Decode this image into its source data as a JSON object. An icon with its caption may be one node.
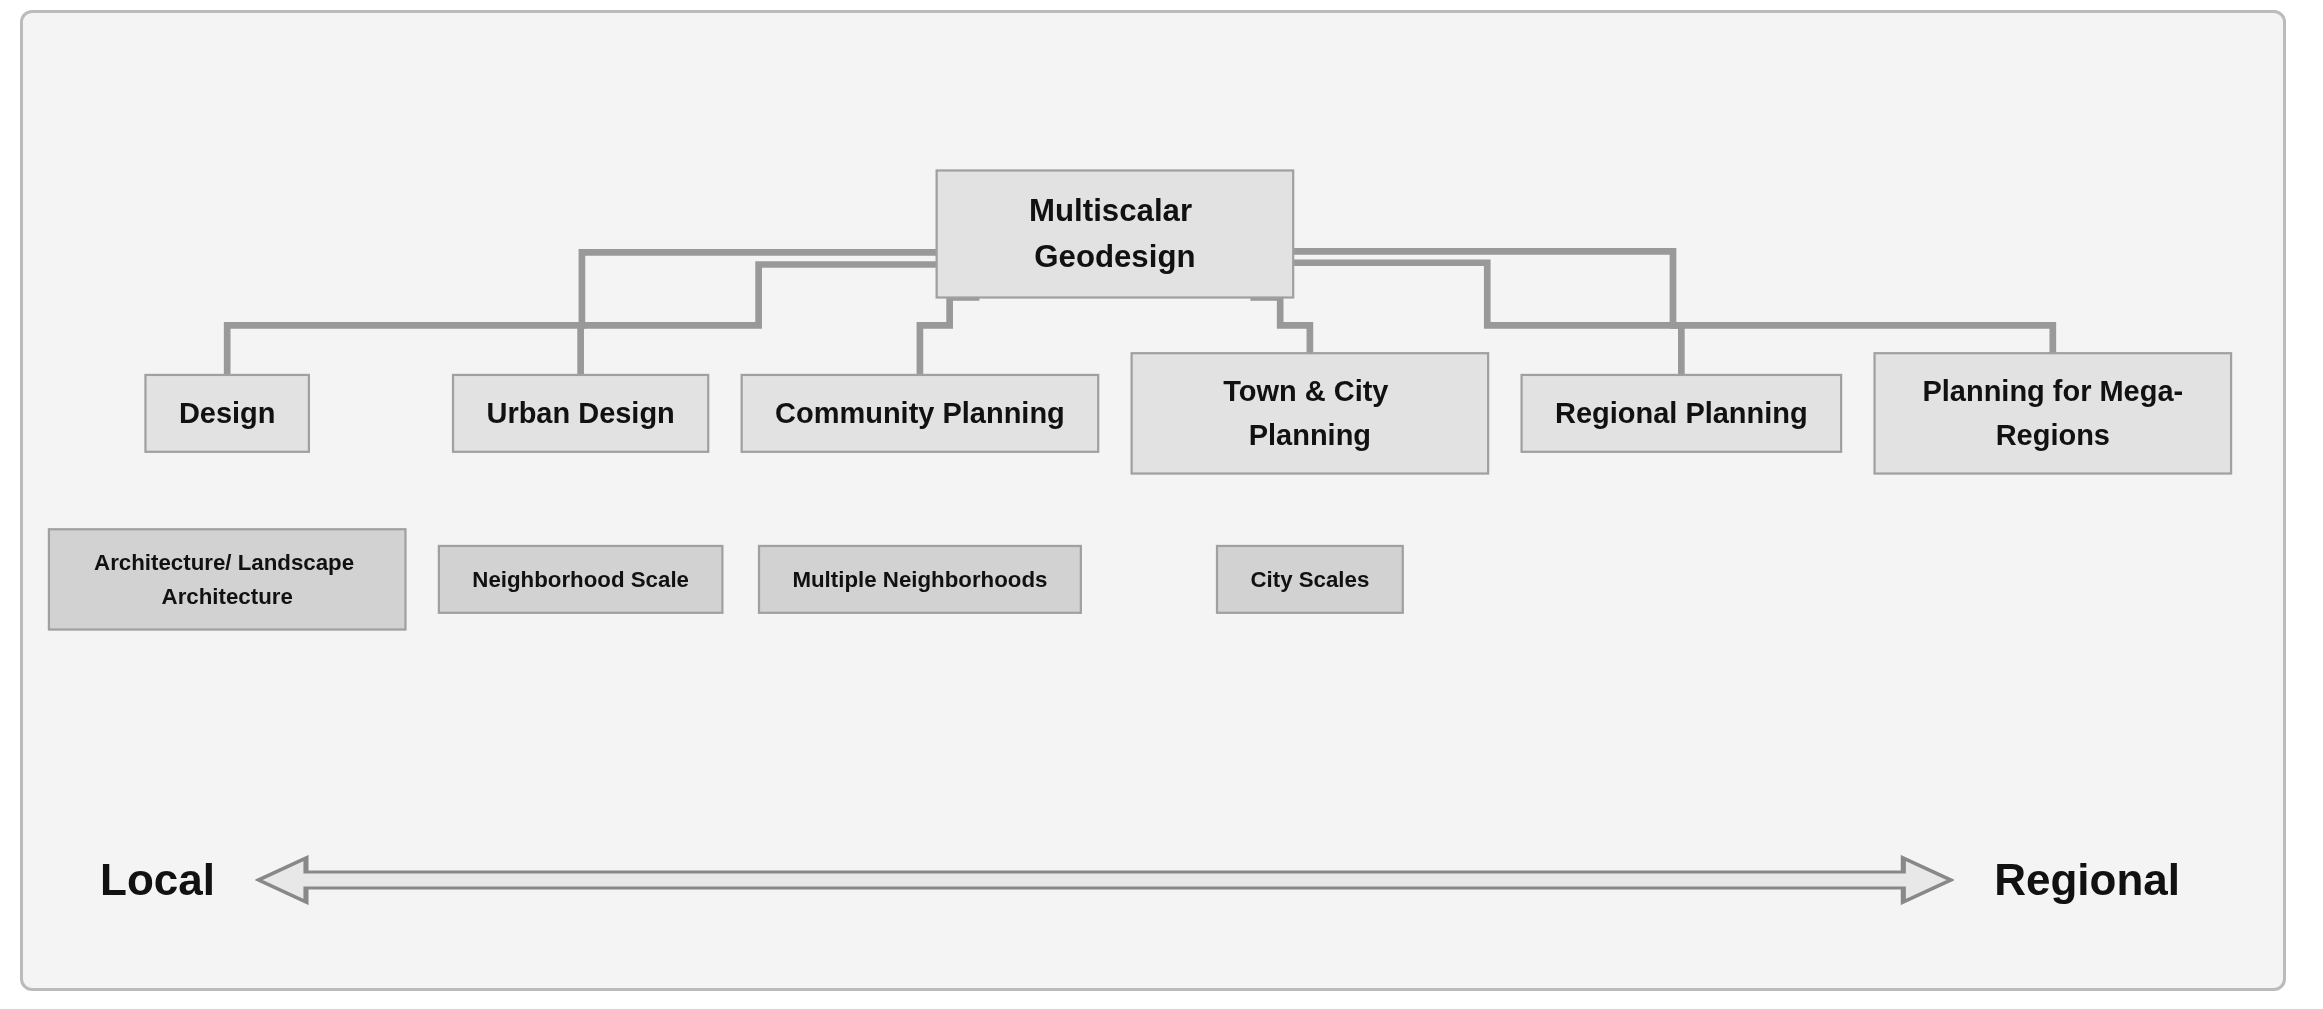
{
  "diagram": {
    "nodes": [
      {
        "text": [
          "Multiscalar Geodesign"
        ]
      },
      {
        "text": [
          "Design"
        ]
      },
      {
        "text": [
          "Urban Design"
        ]
      },
      {
        "text": [
          "Community Planning"
        ]
      },
      {
        "text": [
          "Town & City Planning"
        ]
      },
      {
        "text": [
          "Regional Planning"
        ]
      },
      {
        "text": [
          "Planning for Mega-Regions"
        ]
      },
      {
        "text": [
          "Architecture/ Landscape Architecture"
        ]
      },
      {
        "text": [
          "Neighborhood Scale"
        ]
      },
      {
        "text": [
          "Multiple Neighborhoods"
        ]
      },
      {
        "text": [
          "City Scales"
        ]
      }
    ],
    "edges": [
      {
        "from": 0,
        "to": 1,
        "arrow": "none"
      },
      {
        "from": 0,
        "to": 2,
        "arrow": "none"
      },
      {
        "from": 0,
        "to": 3,
        "arrow": "none"
      },
      {
        "from": 0,
        "to": 4,
        "arrow": "none"
      },
      {
        "from": 0,
        "to": 5,
        "arrow": "none"
      },
      {
        "from": 0,
        "to": 6,
        "arrow": "none"
      }
    ],
    "labels": [
      "Local",
      "Regional"
    ]
  }
}
